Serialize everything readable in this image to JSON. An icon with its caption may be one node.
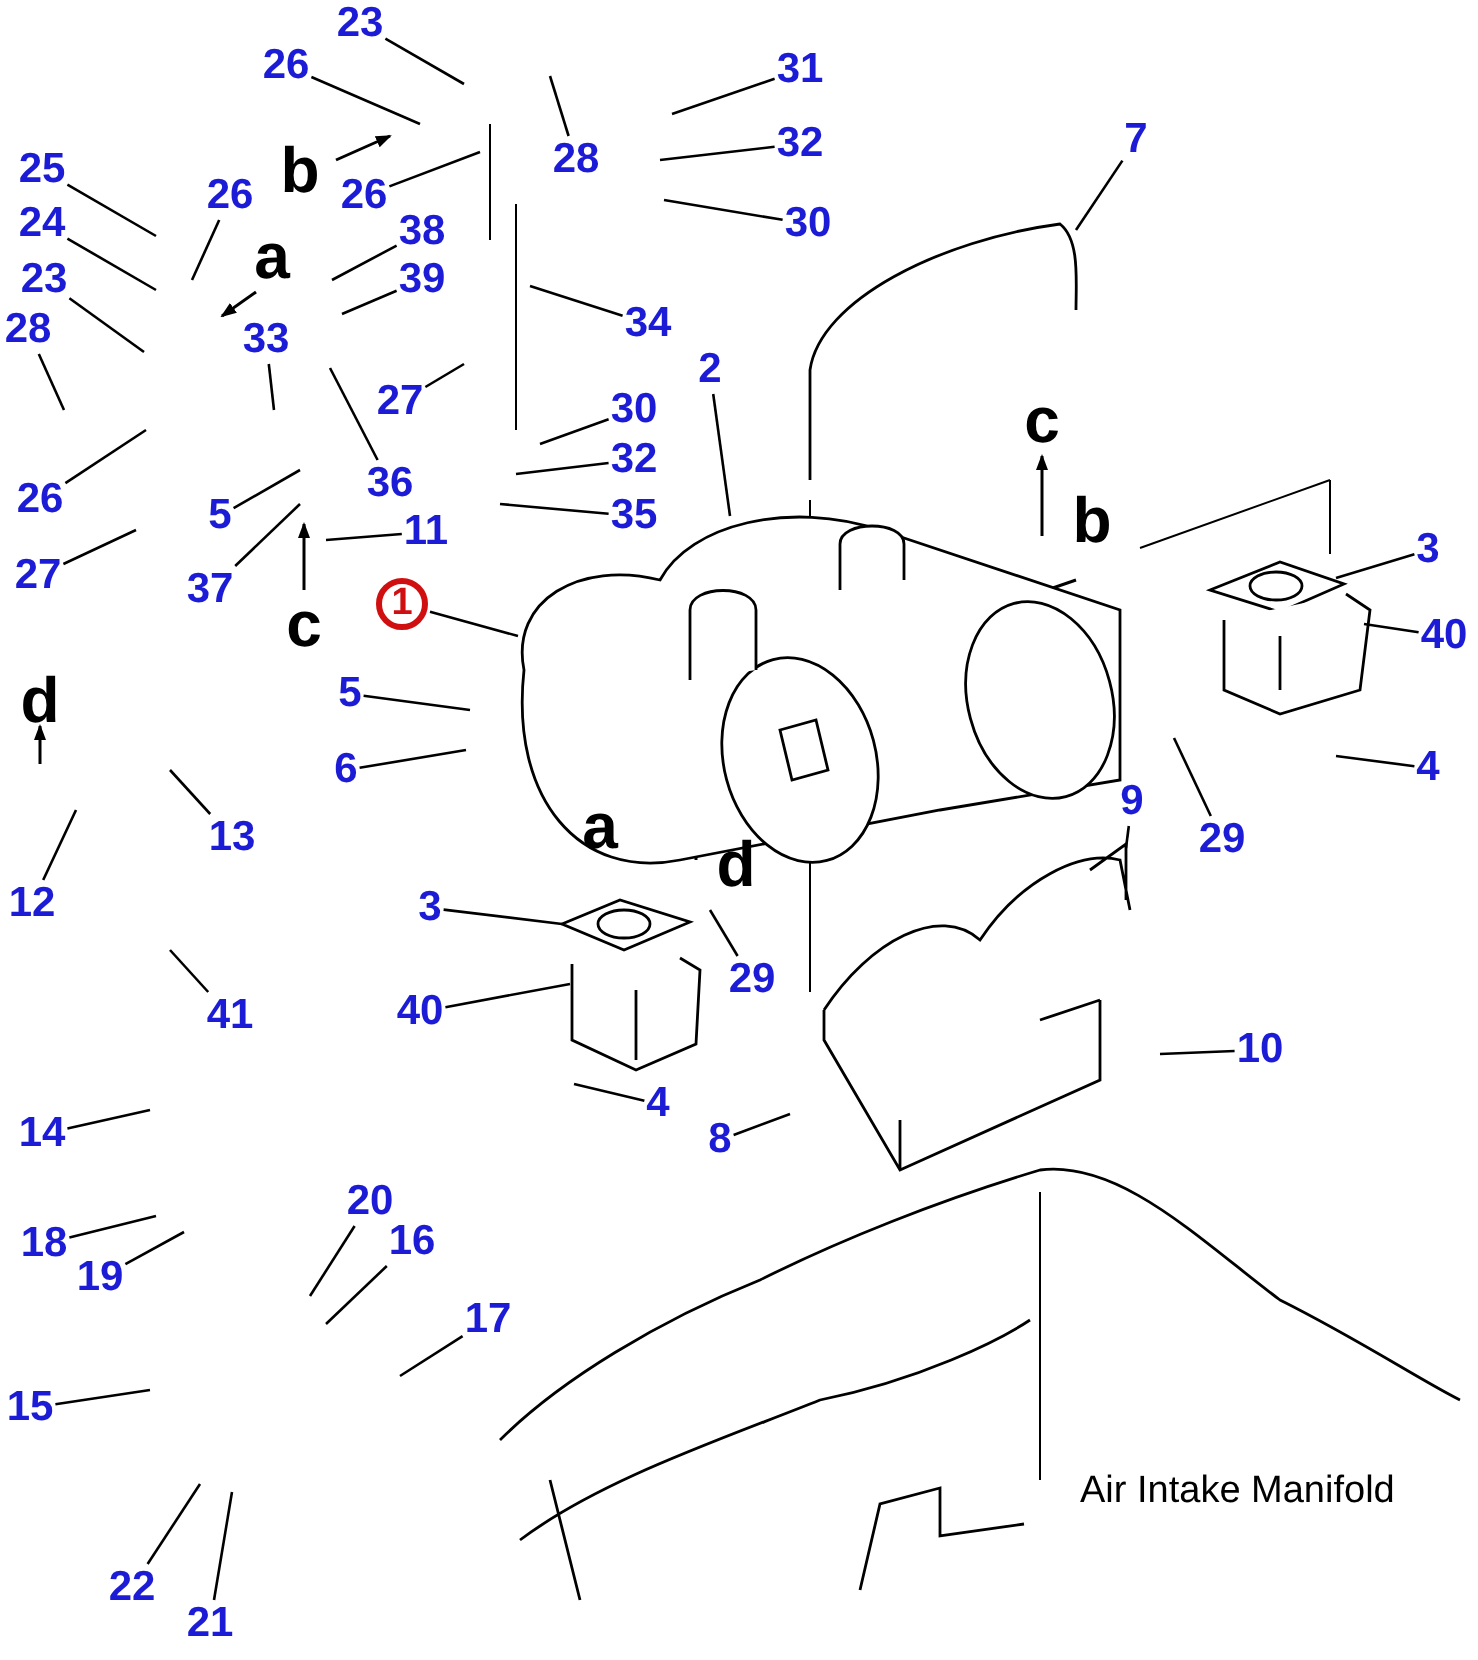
{
  "diagram": {
    "nodes": [
      {
        "text": [
          "23"
        ]
      },
      {
        "text": [
          "26"
        ]
      },
      {
        "text": [
          "28"
        ]
      },
      {
        "text": [
          "31"
        ]
      },
      {
        "text": [
          "32"
        ]
      },
      {
        "text": [
          "7"
        ]
      },
      {
        "text": [
          "26"
        ]
      },
      {
        "text": [
          "30"
        ]
      },
      {
        "text": [
          "25"
        ]
      },
      {
        "text": [
          "24"
        ]
      },
      {
        "text": [
          "26"
        ]
      },
      {
        "text": [
          "38"
        ]
      },
      {
        "text": [
          "39"
        ]
      },
      {
        "text": [
          "23"
        ]
      },
      {
        "text": [
          "33"
        ]
      },
      {
        "text": [
          "34"
        ]
      },
      {
        "text": [
          "28"
        ]
      },
      {
        "text": [
          "27"
        ]
      },
      {
        "text": [
          "2"
        ]
      },
      {
        "text": [
          "30"
        ]
      },
      {
        "text": [
          "32"
        ]
      },
      {
        "text": [
          "26"
        ]
      },
      {
        "text": [
          "36"
        ]
      },
      {
        "text": [
          "5"
        ]
      },
      {
        "text": [
          "35"
        ]
      },
      {
        "text": [
          "37"
        ]
      },
      {
        "text": [
          "11"
        ]
      },
      {
        "text": [
          "27"
        ]
      },
      {
        "text": [
          "1"
        ]
      },
      {
        "text": [
          "3"
        ]
      },
      {
        "text": [
          "40"
        ]
      },
      {
        "text": [
          "5"
        ]
      },
      {
        "text": [
          "6"
        ]
      },
      {
        "text": [
          "13"
        ]
      },
      {
        "text": [
          "4"
        ]
      },
      {
        "text": [
          "9"
        ]
      },
      {
        "text": [
          "29"
        ]
      },
      {
        "text": [
          "12"
        ]
      },
      {
        "text": [
          "3"
        ]
      },
      {
        "text": [
          "29"
        ]
      },
      {
        "text": [
          "41"
        ]
      },
      {
        "text": [
          "40"
        ]
      },
      {
        "text": [
          "10"
        ]
      },
      {
        "text": [
          "4"
        ]
      },
      {
        "text": [
          "8"
        ]
      },
      {
        "text": [
          "14"
        ]
      },
      {
        "text": [
          "20"
        ]
      },
      {
        "text": [
          "16"
        ]
      },
      {
        "text": [
          "18"
        ]
      },
      {
        "text": [
          "19"
        ]
      },
      {
        "text": [
          "17"
        ]
      },
      {
        "text": [
          "15"
        ]
      },
      {
        "text": [
          "22"
        ]
      },
      {
        "text": [
          "21"
        ]
      },
      {
        "text": [],
        "shape": "picture"
      },
      {
        "text": [],
        "shape": "picture"
      },
      {
        "text": [],
        "shape": "picture"
      },
      {
        "text": [],
        "shape": "picture"
      },
      {
        "text": [],
        "shape": "picture"
      },
      {
        "text": [],
        "shape": "picture"
      },
      {
        "text": [],
        "shape": "picture"
      }
    ],
    "edges": [
      {
        "from": 0,
        "to": null,
        "arrow": "none"
      },
      {
        "from": 1,
        "to": null,
        "arrow": "none"
      },
      {
        "from": 2,
        "to": null,
        "arrow": "none"
      },
      {
        "from": 3,
        "to": null,
        "arrow": "none"
      },
      {
        "from": 4,
        "to": null,
        "arrow": "none"
      },
      {
        "from": 5,
        "to": 55,
        "arrow": "none"
      },
      {
        "from": 6,
        "to": null,
        "arrow": "none"
      },
      {
        "from": 7,
        "to": null,
        "arrow": "none"
      },
      {
        "from": 8,
        "to": null,
        "arrow": "none"
      },
      {
        "from": 9,
        "to": null,
        "arrow": "none"
      },
      {
        "from": 10,
        "to": null,
        "arrow": "none"
      },
      {
        "from": 11,
        "to": null,
        "arrow": "none"
      },
      {
        "from": 12,
        "to": null,
        "arrow": "none"
      },
      {
        "from": 13,
        "to": null,
        "arrow": "none"
      },
      {
        "from": 14,
        "to": null,
        "arrow": "none"
      },
      {
        "from": 15,
        "to": null,
        "arrow": "none"
      },
      {
        "from": 16,
        "to": null,
        "arrow": "none"
      },
      {
        "from": 17,
        "to": null,
        "arrow": "none"
      },
      {
        "from": 18,
        "to": 54,
        "arrow": "none"
      },
      {
        "from": 19,
        "to": null,
        "arrow": "none"
      },
      {
        "from": 20,
        "to": null,
        "arrow": "none"
      },
      {
        "from": 21,
        "to": null,
        "arrow": "none"
      },
      {
        "from": 22,
        "to": null,
        "arrow": "none"
      },
      {
        "from": 23,
        "to": null,
        "arrow": "none"
      },
      {
        "from": 24,
        "to": null,
        "arrow": "none"
      },
      {
        "from": 25,
        "to": null,
        "arrow": "none"
      },
      {
        "from": 26,
        "to": null,
        "arrow": "none"
      },
      {
        "from": 27,
        "to": null,
        "arrow": "none"
      },
      {
        "from": 28,
        "to": 54,
        "arrow": "none"
      },
      {
        "from": 29,
        "to": 56,
        "arrow": "none"
      },
      {
        "from": 30,
        "to": 57,
        "arrow": "none"
      },
      {
        "from": 31,
        "to": null,
        "arrow": "none"
      },
      {
        "from": 32,
        "to": null,
        "arrow": "none"
      },
      {
        "from": 33,
        "to": null,
        "arrow": "none"
      },
      {
        "from": 34,
        "to": null,
        "arrow": "none"
      },
      {
        "from": 35,
        "to": 60,
        "arrow": "none"
      },
      {
        "from": 36,
        "to": null,
        "arrow": "none"
      },
      {
        "from": 37,
        "to": null,
        "arrow": "none"
      },
      {
        "from": 38,
        "to": 58,
        "arrow": "none"
      },
      {
        "from": 39,
        "to": null,
        "arrow": "none"
      },
      {
        "from": 40,
        "to": null,
        "arrow": "none"
      },
      {
        "from": 41,
        "to": 59,
        "arrow": "none"
      },
      {
        "from": 42,
        "to": null,
        "arrow": "none"
      },
      {
        "from": 43,
        "to": null,
        "arrow": "none"
      },
      {
        "from": 44,
        "to": null,
        "arrow": "none"
      },
      {
        "from": 45,
        "to": null,
        "arrow": "none"
      },
      {
        "from": 46,
        "to": null,
        "arrow": "none"
      },
      {
        "from": 47,
        "to": null,
        "arrow": "none"
      },
      {
        "from": 48,
        "to": null,
        "arrow": "none"
      },
      {
        "from": 49,
        "to": null,
        "arrow": "none"
      },
      {
        "from": 50,
        "to": null,
        "arrow": "none"
      },
      {
        "from": 51,
        "to": null,
        "arrow": "none"
      },
      {
        "from": 52,
        "to": null,
        "arrow": "none"
      },
      {
        "from": 53,
        "to": null,
        "arrow": "none"
      }
    ],
    "labels": [
      "b",
      "a",
      "c",
      "b",
      "c",
      "d",
      "a",
      "d",
      "Air Intake Manifold"
    ]
  }
}
